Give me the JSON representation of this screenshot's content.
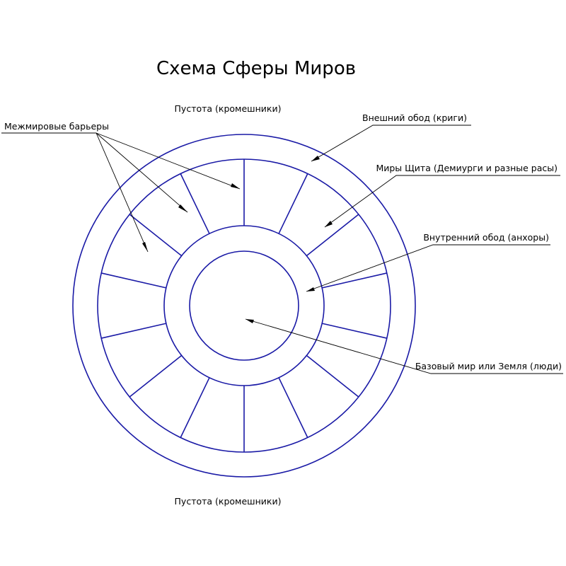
{
  "title": "Схема Сферы Миров",
  "void_top_label": "Пустота (кромешники)",
  "void_bottom_label": "Пустота (кромешники)",
  "labels": {
    "barriers": "Межмировые барьеры",
    "outer_rim": "Внешний обод (криги)",
    "shield_worlds": "Миры Щита (Демиурги и разные расы)",
    "inner_rim": "Внутренний обод (анхоры)",
    "base_world": "Базовый мир или Земля (люди)"
  },
  "colors": {
    "diagram_line": "#1a1aa6",
    "text": "#000000",
    "leader": "#000000"
  },
  "structure": {
    "rings": [
      {
        "name": "outer-rim-outer-circle"
      },
      {
        "name": "outer-rim-inner-circle"
      },
      {
        "name": "inner-rim-outer-circle"
      },
      {
        "name": "base-world-circle"
      }
    ],
    "barrier_sector_count": 14
  }
}
